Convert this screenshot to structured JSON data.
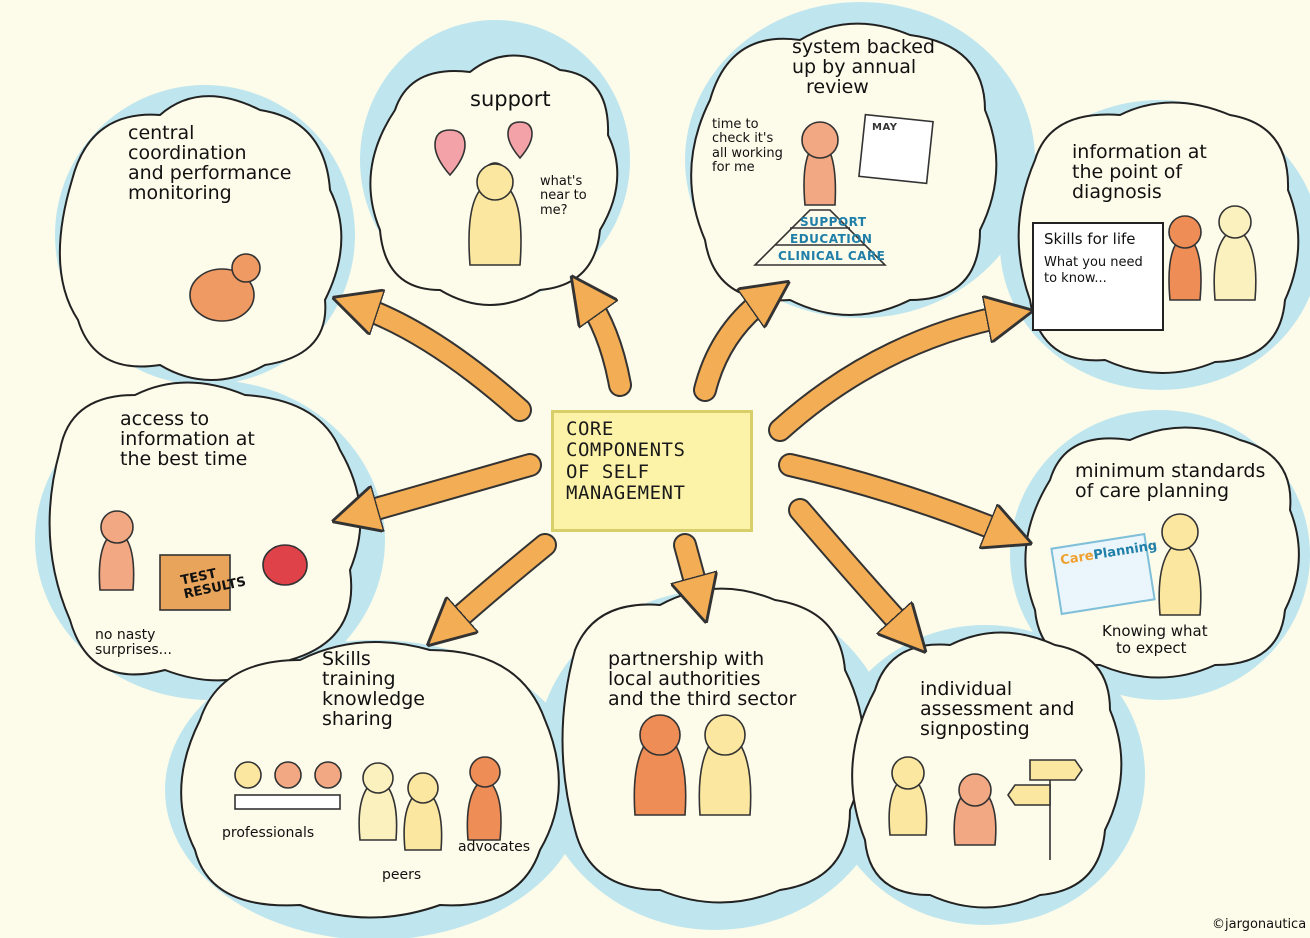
{
  "center": {
    "lines": [
      "CORE",
      "COMPONENTS",
      "OF SELF",
      "MANAGEMENT"
    ]
  },
  "bubbles": {
    "central": {
      "lines": [
        "central",
        "coordination",
        "and performance",
        "monitoring"
      ]
    },
    "support": {
      "title": "support",
      "note": [
        "what's",
        "near to",
        "me?"
      ]
    },
    "review": {
      "lines": [
        "system backed",
        "up by annual",
        "review"
      ],
      "note": [
        "time to",
        "check it's",
        "all working",
        "for me"
      ],
      "pyramid": [
        "SUPPORT",
        "EDUCATION",
        "CLINICAL CARE"
      ],
      "calendar_label": "MAY"
    },
    "diagnosis": {
      "lines": [
        "information at",
        "the point of",
        "diagnosis"
      ],
      "doc": [
        "Skills for life",
        "What you need",
        "to know..."
      ]
    },
    "access": {
      "lines": [
        "access to",
        "information at",
        "the best time"
      ],
      "note": [
        "no nasty",
        "surprises..."
      ],
      "box_label": [
        "TEST",
        "RESULTS"
      ]
    },
    "standards": {
      "lines": [
        "minimum standards",
        "of care planning"
      ],
      "note": [
        "Knowing what",
        "to expect"
      ],
      "card_care": "Care",
      "card_planning": "Planning"
    },
    "skills": {
      "lines": [
        "Skills",
        "training",
        "knowledge",
        "sharing"
      ],
      "labels": {
        "professionals": "professionals",
        "peers": "peers",
        "advocates": "advocates"
      }
    },
    "partnership": {
      "lines": [
        "partnership with",
        "local authorities",
        "and the third sector"
      ]
    },
    "assessment": {
      "lines": [
        "individual",
        "assessment and",
        "signposting"
      ]
    }
  },
  "credit": "©jargonautica",
  "colors": {
    "background": "#fdfbea",
    "halo": "#bfe6ee",
    "arrow": "#f3ad55",
    "core_fill": "#fdf3a8",
    "person_peach": "#f2a882",
    "person_orange": "#ee8d56",
    "person_yellow": "#fbe7a0",
    "person_pale": "#fbf1bf"
  }
}
